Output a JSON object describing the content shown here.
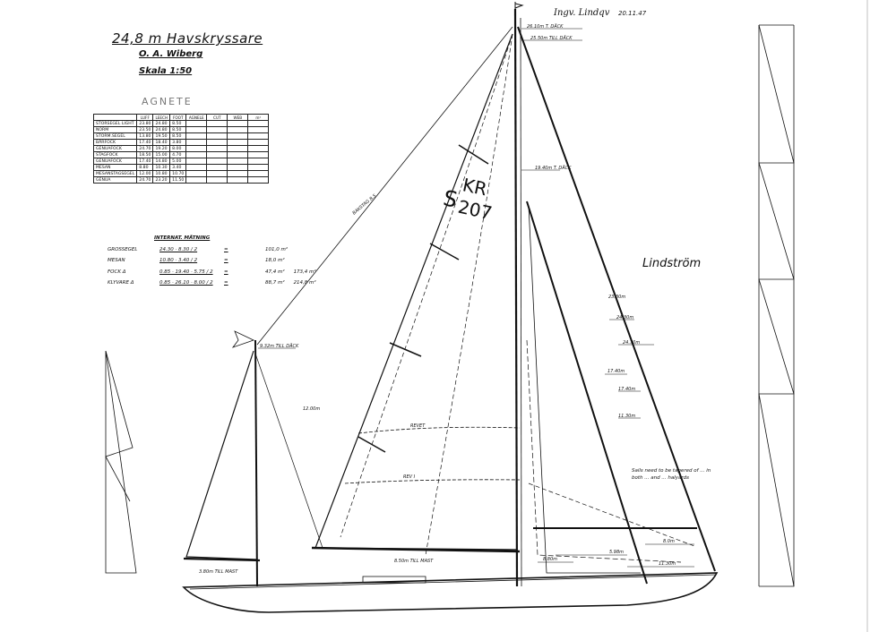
{
  "title_block": {
    "title": "24,8 m Havskryssare",
    "designer": "O. A. Wiberg",
    "scale": "Skala 1:50",
    "boat_name": "AGNETE"
  },
  "sail_table": {
    "headers": [
      "",
      "LUFF",
      "LEECH",
      "FOOT",
      "AGNELE",
      "CUT",
      "WEB",
      "m²"
    ],
    "rows": [
      [
        "STORSEGEL LIGHT",
        "23.80",
        "24.80",
        "8.50",
        "",
        "",
        "",
        ""
      ],
      [
        "NORM",
        "23.50",
        "24.80",
        "8.50",
        "",
        "",
        "",
        ""
      ],
      [
        "STORM.SEGEL",
        "13.80",
        "19.50",
        "8.50",
        "",
        "",
        "",
        ""
      ],
      [
        "BÅRFOCK",
        "17.40",
        "18.40",
        "3.80",
        "",
        "",
        "",
        ""
      ],
      [
        "GENUAFOCK",
        "24.70",
        "19.20",
        "8.00",
        "",
        "",
        "",
        ""
      ],
      [
        "STAGFOCK",
        "18.50",
        "15.00",
        "4.70",
        "",
        "",
        "",
        ""
      ],
      [
        "GENUAFOCK",
        "17.40",
        "14.80",
        "5.00",
        "",
        "",
        "",
        ""
      ],
      [
        "MESAN",
        "8.80",
        "10.30",
        "3.40",
        "",
        "",
        "",
        ""
      ],
      [
        "MESANSTAGSEGEL",
        "12.00",
        "10.80",
        "10.70",
        "",
        "",
        "",
        ""
      ],
      [
        "GENUA",
        "24.70",
        "23.20",
        "11.50",
        "",
        "",
        "",
        ""
      ]
    ]
  },
  "rating": {
    "heading": "INTERNAT. MÄTNING",
    "rows": [
      {
        "label": "GROSSEGEL",
        "formula": "24.30 · 8.30 / 2",
        "eq": "=",
        "value": "101,0 m²",
        "total": ""
      },
      {
        "label": "MESAN",
        "formula": "10.80 · 3.40 / 2",
        "eq": "=",
        "value": "18,0 m²",
        "total": ""
      },
      {
        "label": "FOCK Δ",
        "formula": "0.85 · 19.40 · 5.75 / 2",
        "eq": "=",
        "value": "47,4 m²",
        "total": "173,4 m²"
      },
      {
        "label": "KLYVARE Δ",
        "formula": "0.85 · 26.10 · 8.00 / 2",
        "eq": "=",
        "value": "88,7 m²",
        "total": "214,8 m²"
      }
    ]
  },
  "signature": {
    "top_note": "Ingv. Lindqv",
    "date": "20.11.47",
    "right_signature": "Lindström"
  },
  "sail_number": {
    "prefix": "S",
    "letters": "KR",
    "number": "207"
  },
  "dimensions": {
    "masthead_1": "26.10m T. DÄCK",
    "masthead_2": "25.50m TILL DÄCK",
    "hounds": "19.40m T. DÄCK",
    "d1": "23.30m",
    "d2": "24.30m",
    "d3": "24.70m",
    "d4": "17.40m",
    "d5": "17.40m",
    "d6": "11.30m",
    "d7": "8.0m",
    "d8": "5.98m",
    "d9": "11.30m",
    "d10": "8.80m",
    "d11": "12.00m",
    "mizzen_top": "9.32m TILL DÄCK",
    "backstay": "BAKSTAG 8.5",
    "reef": "REVET",
    "reef2": "REV I",
    "boom_main": "8.50m TILL MAST",
    "boom_mizzen": "3.80m TILL MAST",
    "note": "Sails need to be tapered of ... in both ... and ... halyards"
  },
  "colors": {
    "ink": "#111111",
    "paper": "#ffffff",
    "pencil": "#777777"
  }
}
